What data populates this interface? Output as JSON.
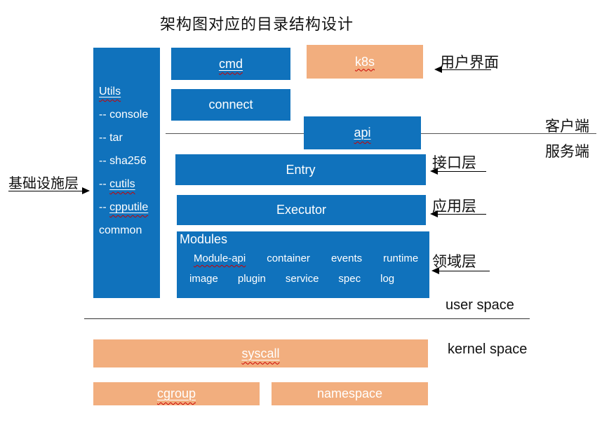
{
  "title": "架构图对应的目录结构设计",
  "colors": {
    "blue": "#1072BC",
    "orange": "#F2AE7E",
    "squiggle": "#CC0000"
  },
  "utils": {
    "title": "Utils",
    "items": [
      {
        "text": "-- console"
      },
      {
        "text": "-- tar"
      },
      {
        "text": "-- sha256"
      },
      {
        "prefix": "-- ",
        "word": "cutils"
      },
      {
        "prefix": "-- ",
        "word": "cpputile"
      },
      {
        "text": "common"
      }
    ]
  },
  "boxes": {
    "cmd": "cmd",
    "k8s": "k8s",
    "connect": "connect",
    "api": "api",
    "entry": "Entry",
    "executor": "Executor",
    "syscall": "syscall",
    "cgroup": "cgroup",
    "namespace": "namespace"
  },
  "modules": {
    "title": "Modules",
    "row1": [
      "Module-api",
      "container",
      "events",
      "runtime"
    ],
    "row2": [
      "image",
      "plugin",
      "service",
      "spec",
      "log"
    ]
  },
  "annotations": {
    "infrastructure_layer": "基础设施层",
    "user_interface": "用户界面",
    "client_side": "客户端",
    "server_side": "服务端",
    "interface_layer": "接口层",
    "application_layer": "应用层",
    "domain_layer": "领域层",
    "user_space": "user space",
    "kernel_space": "kernel space"
  }
}
